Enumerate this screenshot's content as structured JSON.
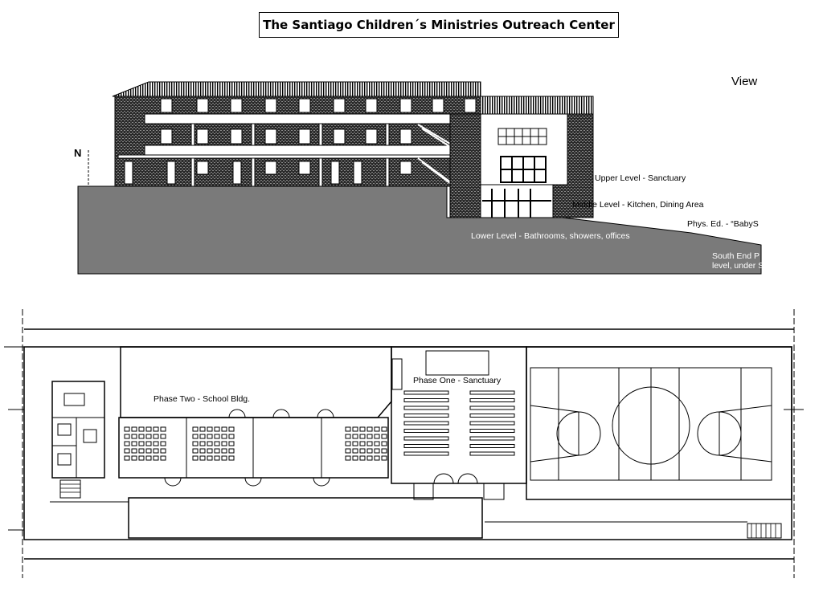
{
  "title": "The Santiago Children´s Ministries Outreach Center",
  "elevation": {
    "view_label": "View",
    "north_label": "N",
    "labels": {
      "upper": "Upper Level - Sanctuary",
      "middle": "Middle Level - Kitchen, Dining Area",
      "physed": "Phys. Ed. - “BabyS",
      "lower": "Lower Level - Bathrooms, showers, offices",
      "south_1": "South End P",
      "south_2": "level, under S"
    }
  },
  "plan": {
    "labels": {
      "phase_two": "Phase Two - School Bldg.",
      "phase_one": "Phase One - Sanctuary"
    }
  },
  "colors": {
    "ground": "#7a7a7a",
    "ink": "#000000",
    "paper": "#ffffff"
  }
}
